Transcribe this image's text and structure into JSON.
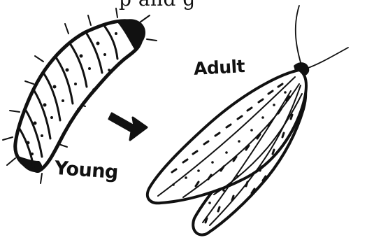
{
  "header": {
    "cropped_text": "p and g"
  },
  "labels": {
    "young": "Young",
    "adult": "Adult"
  },
  "colors": {
    "ink": "#111111",
    "paper": "#ffffff"
  },
  "icons": {
    "larva": "caterpillar-larva-icon",
    "moth": "moth-adult-icon",
    "arrow": "right-arrow-icon"
  }
}
